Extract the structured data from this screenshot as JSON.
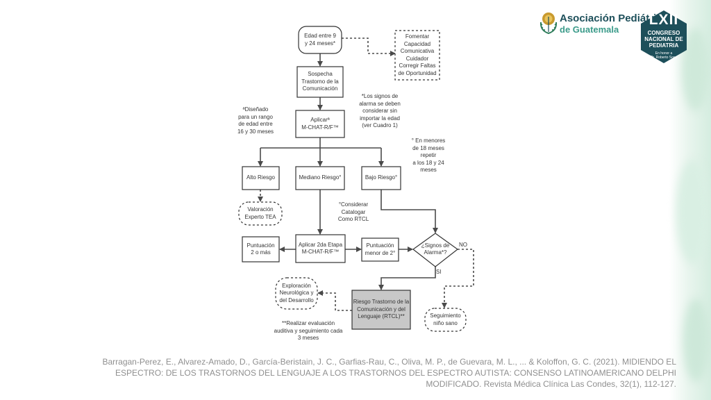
{
  "logo": {
    "name_line1": "Asociación Pediátrica",
    "name_line2": "de Guatemala",
    "badge_title": "LXII",
    "badge_line1": "CONGRESO",
    "badge_line2": "NACIONAL DE",
    "badge_line3": "PEDIATRIA",
    "badge_honor1": "En honor a",
    "badge_honor2": "Dr. Roberto Sosa",
    "brand_color": "#1d4f5a",
    "accent_color": "#3b9b8a"
  },
  "flowchart": {
    "nodes": {
      "edad": [
        "Edad entre 9",
        "y 24 meses*"
      ],
      "fomentar": [
        "Fomentar",
        "Capacidad",
        "Comunicativa",
        "Cuidador",
        "Corregir Faltas",
        "de Oportunidad"
      ],
      "sospecha": [
        "Sospecha",
        "Trastorno de la",
        "Comunicación"
      ],
      "aplicar": [
        "Aplicarª",
        "M-CHAT-R/F™"
      ],
      "alto": [
        "Alto Riesgo"
      ],
      "mediano": [
        "Mediano Riesgo°"
      ],
      "bajo": [
        "Bajo Riesgo°"
      ],
      "valoracion": [
        "Valoración",
        "Experto TEA"
      ],
      "puntuacion2": [
        "Puntuación",
        "2 o más"
      ],
      "aplicar2": [
        "Aplicar 2da Etapa",
        "M-CHAT-R/F™"
      ],
      "puntuacionmenor": [
        "Puntuación",
        "menor de 2°"
      ],
      "signos": [
        "¿Signos de",
        "Alarma*?"
      ],
      "riesgo": [
        "Riesgo Trastorno de la",
        "Comunicación y del",
        "Lenguaje (RTCL)**"
      ],
      "exploracion": [
        "Exploración",
        "Neurológica y",
        "del Desarrollo"
      ],
      "seguimiento": [
        "Seguimiento",
        "niño sano"
      ]
    },
    "notes": {
      "disenado": [
        "ªDiseñado",
        "para  un rango",
        "de edad entre",
        "16 y 30 meses"
      ],
      "signos_nota": [
        "*Los signos de",
        "alarma se deben",
        "considerar sin",
        "importar la edad",
        "(ver Cuadro 1)"
      ],
      "menores": [
        "° En menores",
        "de 18 meses",
        "repetir",
        "a los 18 y 24",
        "meses"
      ],
      "considerar": [
        "°Considerar",
        "Catalogar",
        "Como RTCL"
      ],
      "realizar": [
        "**Realizar evaluación",
        "auditiva y seguimiento cada",
        "3 meses"
      ]
    },
    "edge_labels": {
      "no": "NO",
      "si": "SI"
    },
    "colors": {
      "line": "#4a4a4a",
      "box_border": "#333333",
      "gray_box": "#c8c8c8"
    }
  },
  "citation": {
    "line1": "Barragan-Perez, E., Alvarez-Amado, D., García-Beristain, J. C., Garfias-Rau, C., Oliva, M. P., de Guevara, M. L., ... & Koloffon, G. C. (2021). MIDIENDO EL",
    "line2": "ESPECTRO: DE LOS TRASTORNOS DEL LENGUAJE A LOS TRASTORNOS DEL ESPECTRO AUTISTA: CONSENSO LATINOAMERICANO DELPHI",
    "line3": "MODIFICADO. Revista Médica Clínica Las Condes, 32(1), 112-127."
  }
}
